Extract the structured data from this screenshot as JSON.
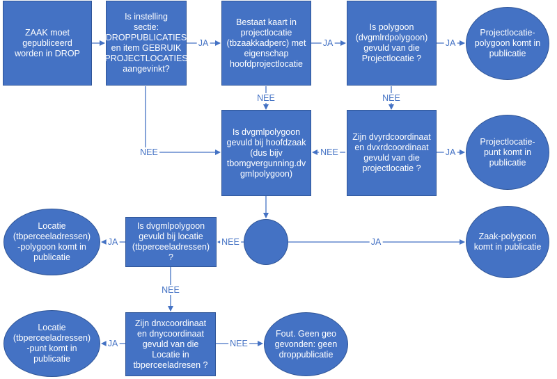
{
  "colors": {
    "shape_fill": "#4472C4",
    "connector": "#4472C4",
    "label_text": "#4472C4",
    "background": "#FFFFFF"
  },
  "nodes": {
    "start": "ZAAK moet\ngepubliceerd\nworden in DROP",
    "q_setting": "Is instelling\nsectie:\nDROPPUBLICATIES\nen item GEBRUIK\nPROJECTLOCATIES\naangevinkt?",
    "q_map_exists": "Bestaat kaart in\nprojectlocatie\n(tbzaakkadperc) met\neigenschap\nhoofdprojectlocatie",
    "q_polygon": "Is polygoon\n(dvgmlrdpolygoon)\ngevuld van die\nProjectlocatie ?",
    "r_project_polygon": "Projectlocatie-\npolygoon komt in\npublicatie",
    "q_main_case": "Is dvgmlpolygoon\ngevuld bij hoofdzaak\n(dus bijv\ntbomgvergunning.dv\ngmlpolygoon)",
    "q_coords": "Zijn dvyrdcoordinaat\nen dvxrdcoordinaat\ngevuld van die\nprojectlocatie ?",
    "r_project_point": "Projectlocatie-\npunt komt in\npublicatie",
    "merge": "",
    "q_location_polygon": "Is dvgmlpolygoon\ngevuld bij locatie\n(tbperceeladressen)\n?",
    "r_location_polygon": "Locatie\n(tbperceeladressen)\n-polygoon komt in\npublicatie",
    "r_case_polygon": "Zaak-polygoon\nkomt in publicatie",
    "q_location_coords": "Zijn dnxcoordinaat\nen dnycoordinaat\ngevuld van die\nLocatie in\ntbperceeladresen ?",
    "r_location_point": "Locatie\n(tbperceeladressen)\n-punt komt in\npublicatie",
    "r_error": "Fout. Geen geo\ngevonden: geen\ndroppublicatie"
  },
  "edge_labels": {
    "setting_to_map": "JA",
    "map_to_polygon": "JA",
    "polygon_to_result": "JA",
    "map_to_main_case": "NEE",
    "polygon_to_coords": "NEE",
    "setting_to_main_case": "NEE",
    "coords_to_main_case": "NEE",
    "coords_to_point": "JA",
    "merge_to_case_polygon": "JA",
    "merge_to_location_polygon_q": "NEE",
    "location_polygon_to_result": "JA",
    "location_polygon_to_coords": "NEE",
    "location_coords_to_result": "JA",
    "location_coords_to_error": "NEE"
  }
}
